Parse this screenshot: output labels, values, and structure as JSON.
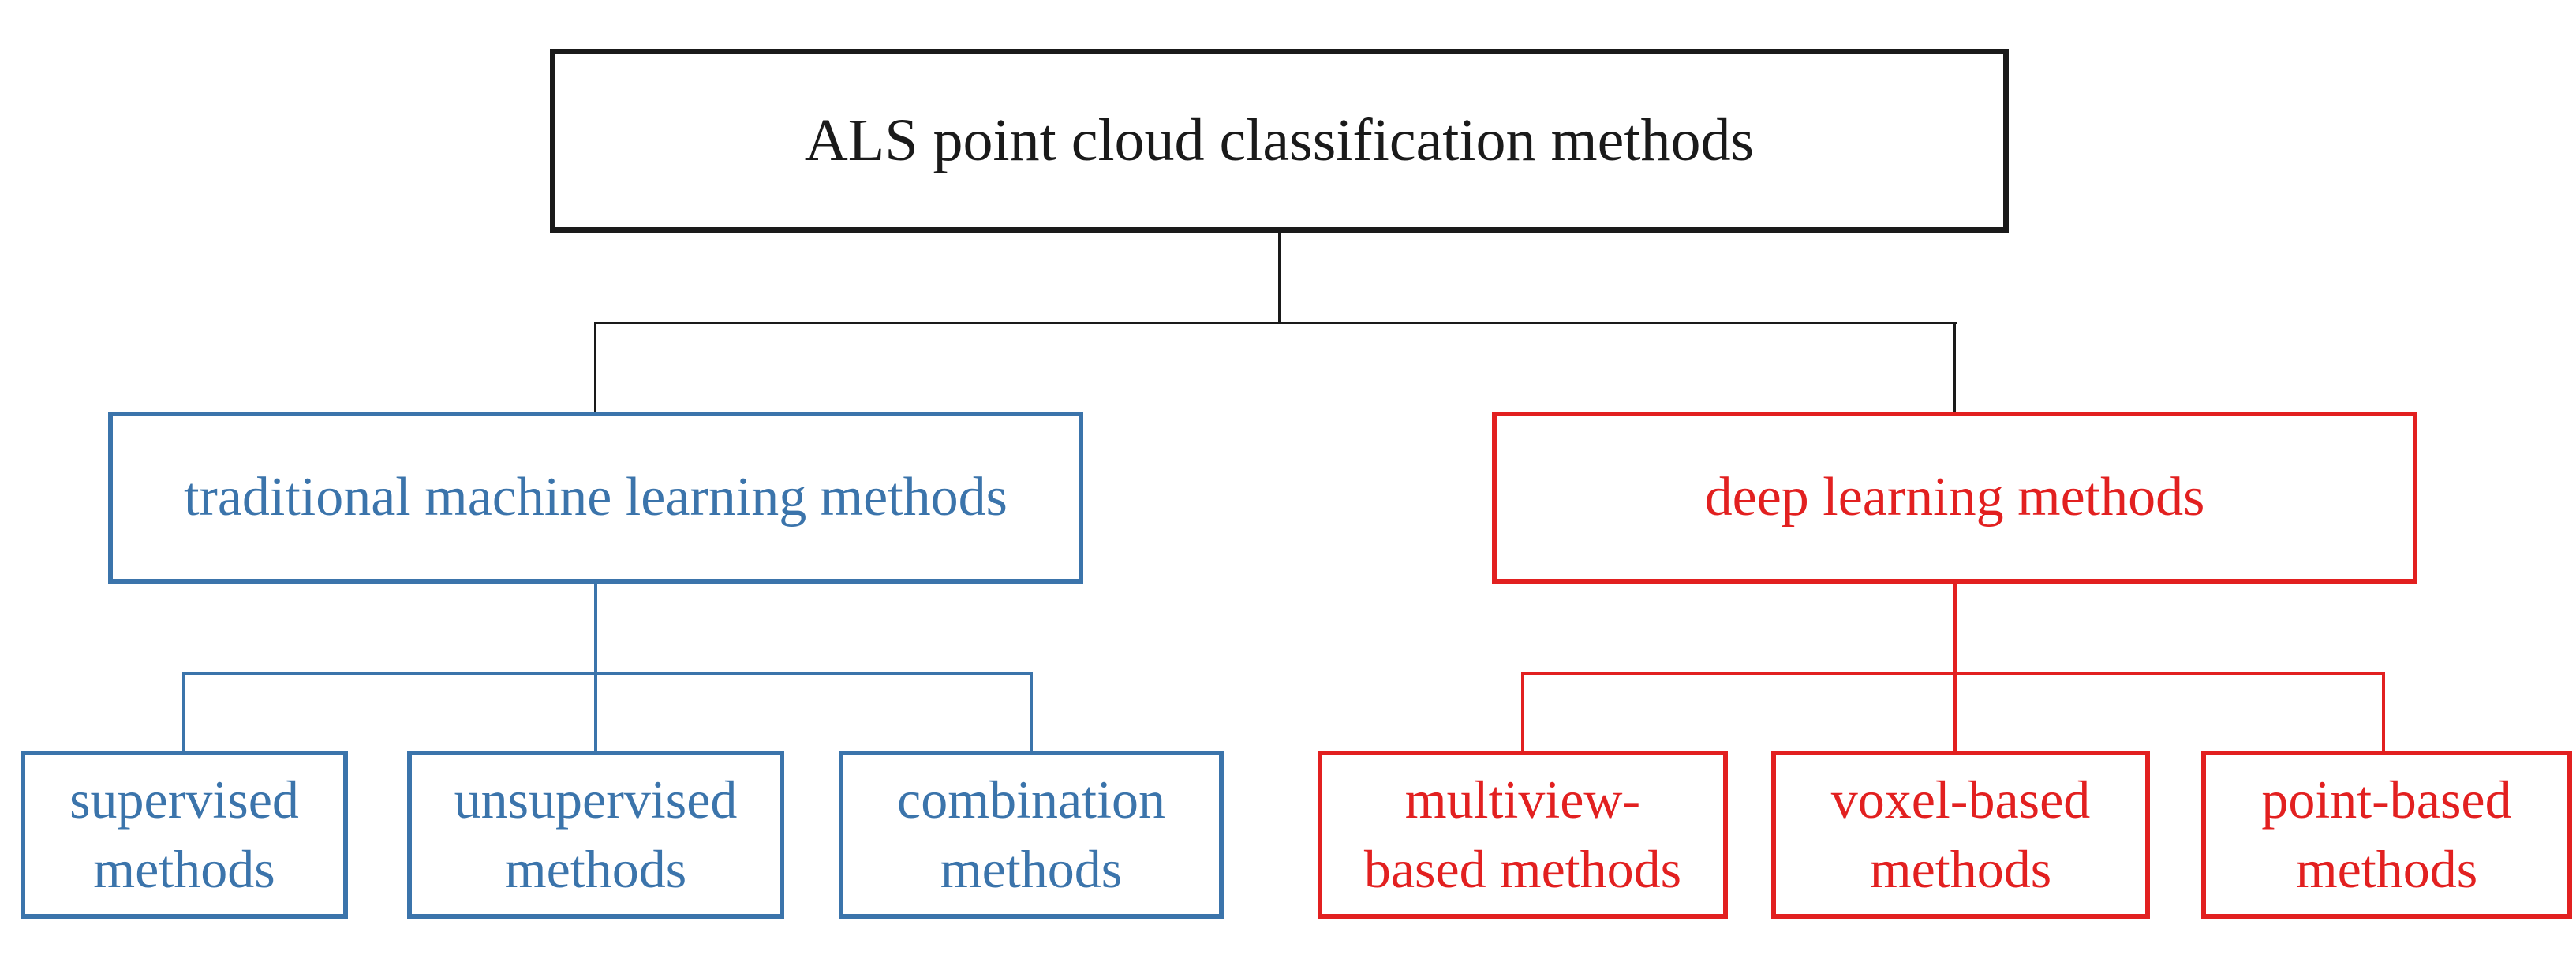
{
  "diagram": {
    "title": "ALS point cloud classification methods",
    "root": {
      "label": "ALS point cloud classification methods"
    },
    "branches": [
      {
        "label": "traditional machine learning methods",
        "color": "#3b74ab",
        "children": [
          {
            "label": "supervised\nmethods"
          },
          {
            "label": "unsupervised\nmethods"
          },
          {
            "label": "combination\nmethods"
          }
        ]
      },
      {
        "label": "deep learning methods",
        "color": "#e22020",
        "children": [
          {
            "label": "multiview-\nbased methods"
          },
          {
            "label": "voxel-based\nmethods"
          },
          {
            "label": "point-based\nmethods"
          }
        ]
      }
    ]
  },
  "colors": {
    "root": "#1a1a1a",
    "blue": "#3b74ab",
    "red": "#e22020",
    "background": "#ffffff"
  }
}
